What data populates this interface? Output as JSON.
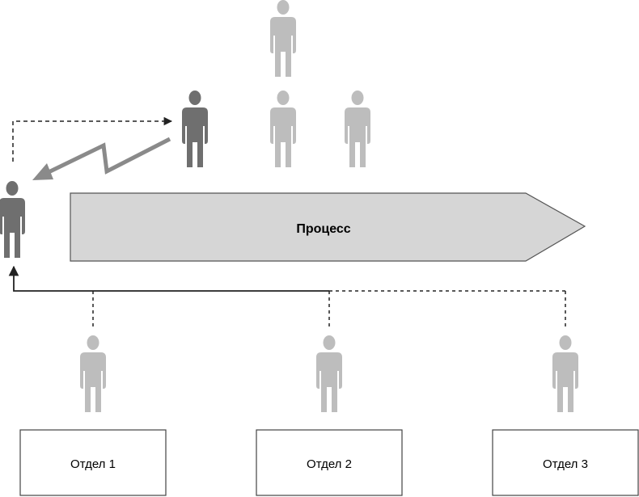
{
  "process": {
    "label": "Процесс"
  },
  "departments": [
    {
      "label": "Отдел 1"
    },
    {
      "label": "Отдел 2"
    },
    {
      "label": "Отдел 3"
    }
  ],
  "colors": {
    "person_light": "#bdbdbd",
    "person_dark": "#6f6f6f",
    "process_fill": "#d6d6d6",
    "process_stroke": "#555555",
    "line": "#222222",
    "zigzag": "#8a8a8a"
  }
}
